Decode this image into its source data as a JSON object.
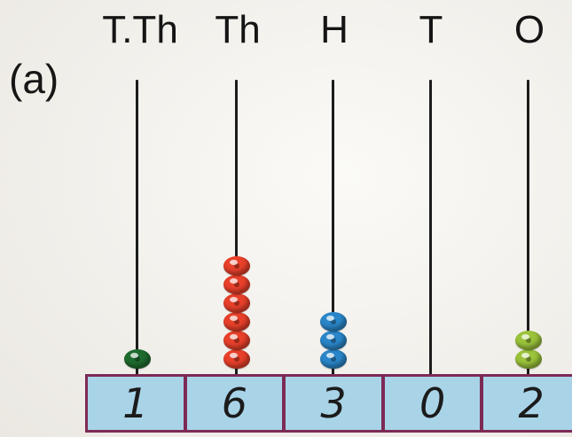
{
  "part_label": "(a)",
  "columns": [
    {
      "header": "T.Th",
      "digit": "1",
      "beads": 1,
      "bead_color": "#1f6b2e"
    },
    {
      "header": "Th",
      "digit": "6",
      "beads": 6,
      "bead_color": "#e8402a"
    },
    {
      "header": "H",
      "digit": "3",
      "beads": 3,
      "bead_color": "#2a86c8"
    },
    {
      "header": "T",
      "digit": "0",
      "beads": 0,
      "bead_color": "#888888"
    },
    {
      "header": "O",
      "digit": "2",
      "beads": 2,
      "bead_color": "#9ac23a"
    }
  ]
}
